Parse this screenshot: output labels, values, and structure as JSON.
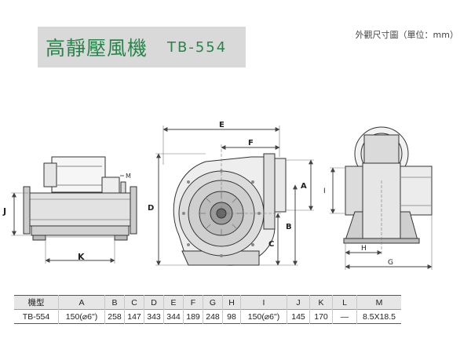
{
  "header": {
    "title": "高靜壓風機",
    "model": "TB-554",
    "unit_note": "外觀尺寸圖（單位：mm）"
  },
  "drawing": {
    "side_labels": [
      "J",
      "K",
      "M"
    ],
    "front_labels": [
      "E",
      "F",
      "D",
      "A",
      "B",
      "C"
    ],
    "end_labels": [
      "I",
      "H",
      "G"
    ]
  },
  "spec_table": {
    "headers": [
      "機型",
      "A",
      "B",
      "C",
      "D",
      "E",
      "F",
      "G",
      "H",
      "I",
      "J",
      "K",
      "L",
      "M"
    ],
    "rows": [
      [
        "TB-554",
        "150(⌀6\")",
        "258",
        "147",
        "343",
        "344",
        "189",
        "248",
        "98",
        "150(⌀6\")",
        "145",
        "170",
        "—",
        "8.5X18.5"
      ]
    ]
  },
  "colors": {
    "title_green": "#27854a",
    "title_bg": "#d9d9d9"
  }
}
